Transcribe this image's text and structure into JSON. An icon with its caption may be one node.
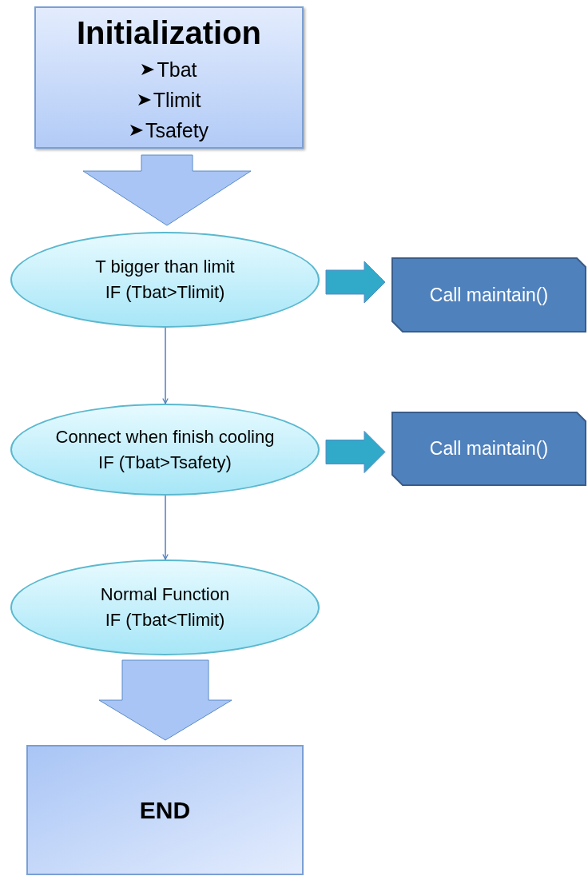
{
  "diagram": {
    "nodes": [
      {
        "text": [
          "Initialization",
          "Tbat",
          "Tlimit",
          "Tsafety"
        ]
      },
      {
        "text": [
          "T bigger than limit",
          "IF (Tbat>Tlimit)"
        ]
      },
      {
        "text": [
          "Call maintain()"
        ]
      },
      {
        "text": [
          "Connect when finish cooling",
          "IF (Tbat>Tsafety)"
        ]
      },
      {
        "text": [
          "Call maintain()"
        ]
      },
      {
        "text": [
          "Normal Function",
          "IF (Tbat<Tlimit)"
        ]
      },
      {
        "text": [
          "END"
        ]
      }
    ],
    "edges": [
      {
        "from": 0,
        "to": 1,
        "arrow": "to",
        "style": "thick",
        "color": "#a9c5f5"
      },
      {
        "from": 1,
        "to": 2,
        "arrow": "to",
        "style": "thick",
        "color": "#31a9c8"
      },
      {
        "from": 1,
        "to": 3,
        "arrow": "to"
      },
      {
        "from": 3,
        "to": 4,
        "arrow": "to",
        "style": "thick",
        "color": "#31a9c8"
      },
      {
        "from": 3,
        "to": 5,
        "arrow": "to"
      },
      {
        "from": 5,
        "to": 6,
        "arrow": "to",
        "style": "thick",
        "color": "#a9c5f5"
      }
    ]
  }
}
